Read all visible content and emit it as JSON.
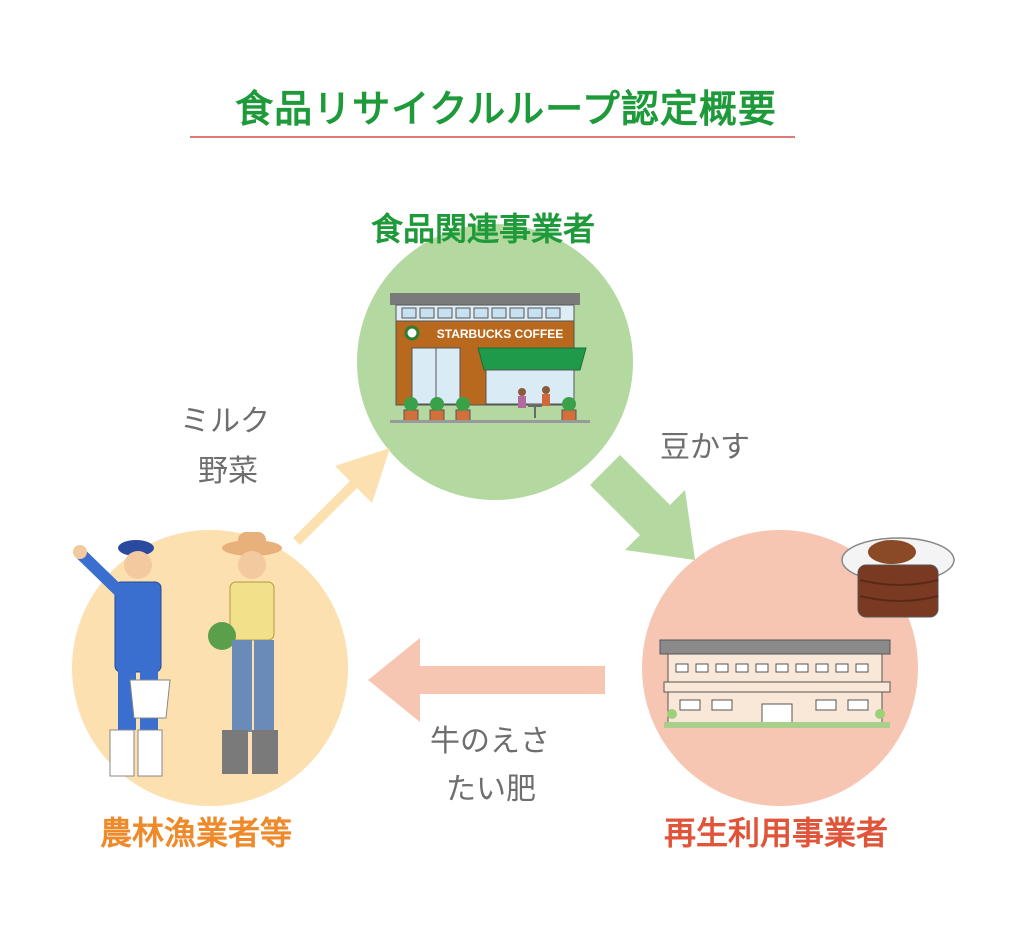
{
  "title": "食品リサイクルループ認定概要",
  "nodes": {
    "food_business": {
      "label": "食品関連事業者",
      "color": "#1e9a3a",
      "circle_color": "#b4d9a0"
    },
    "recycler": {
      "label": "再生利用事業者",
      "color": "#e0553a",
      "circle_color": "#f7c6b2"
    },
    "farmers": {
      "label": "農林漁業者等",
      "color": "#ee8a2a",
      "circle_color": "#fde0b0"
    }
  },
  "flows": {
    "farm_to_food": {
      "line1": "ミルク",
      "line2": "野菜",
      "arrow_color": "#fde0b0"
    },
    "food_to_recycler": {
      "line1": "豆かす",
      "arrow_color": "#b4d9a0"
    },
    "recycler_to_farm": {
      "line1": "牛のえさ",
      "line2": "たい肥",
      "arrow_color": "#f7c6b2"
    }
  },
  "store_sign": "STARBUCKS COFFEE"
}
